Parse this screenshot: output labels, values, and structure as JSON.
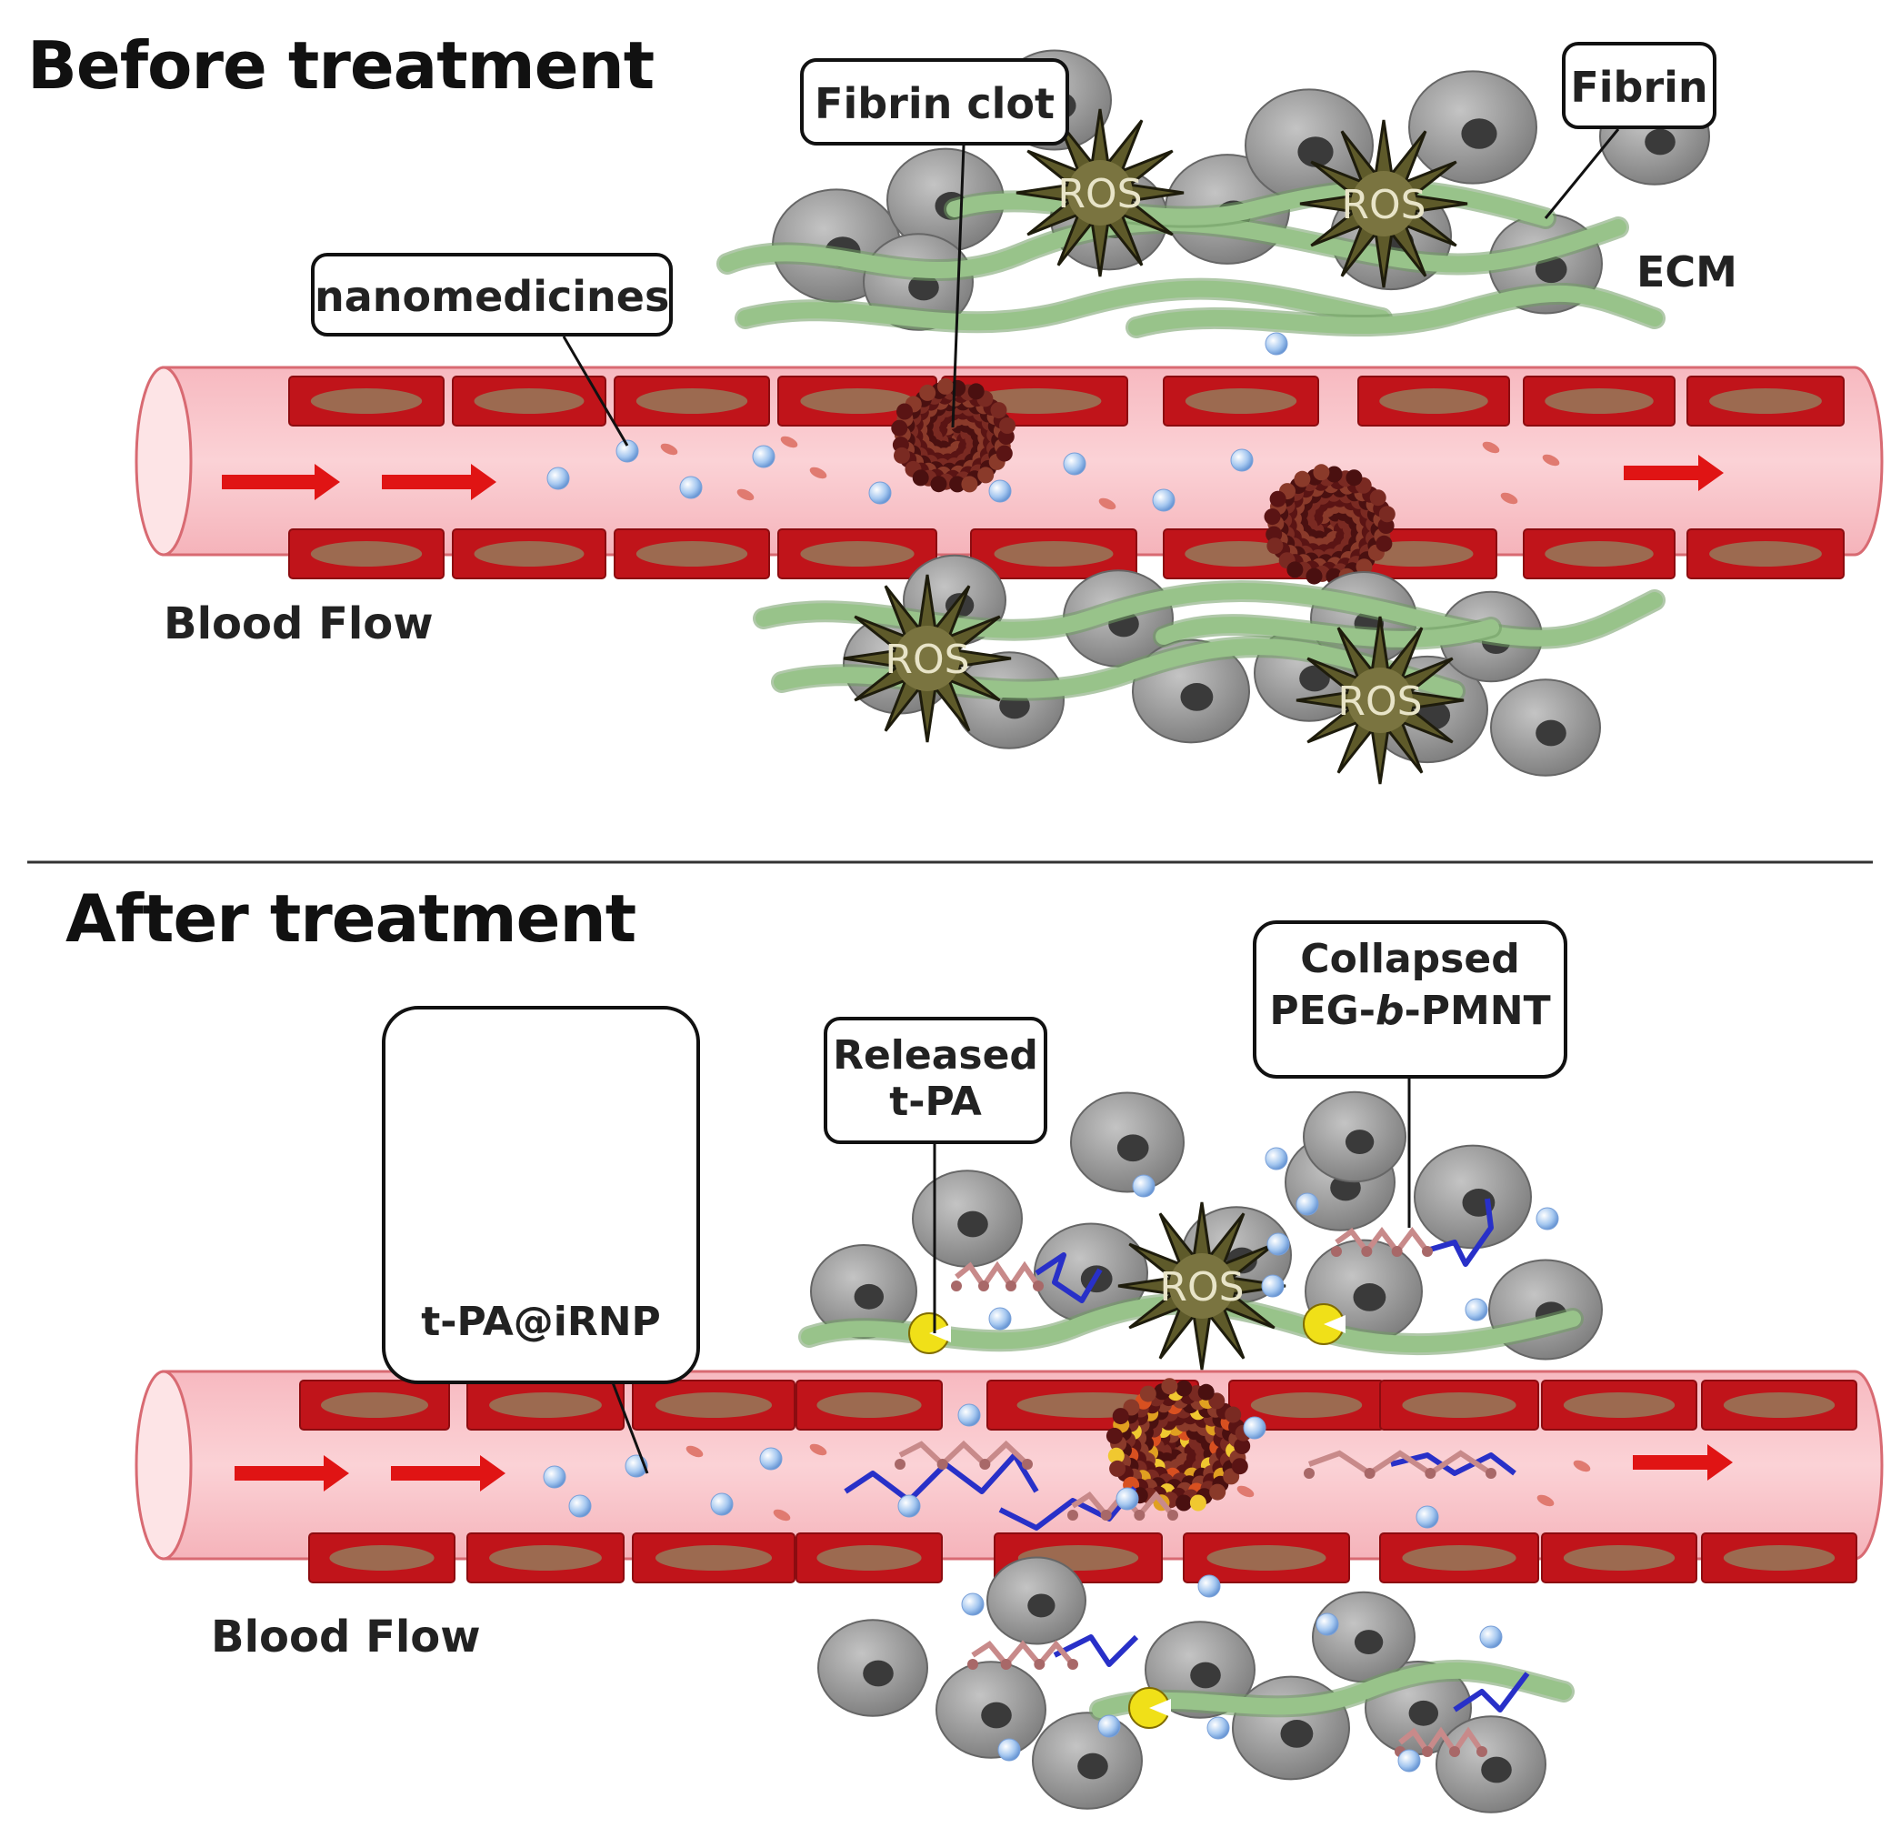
{
  "panels": {
    "before": {
      "title": "Before treatment",
      "blood_flow": "Blood Flow",
      "ecm": "ECM",
      "callouts": {
        "fibrin_clot": "Fibrin clot",
        "fibrin": "Fibrin",
        "nanomedicines": "nanomedicines"
      },
      "ros": [
        "ROS",
        "ROS",
        "ROS",
        "ROS"
      ]
    },
    "after": {
      "title": "After treatment",
      "blood_flow": "Blood Flow",
      "callouts": {
        "particle_name": "t-PA@iRNP",
        "released_line1": "Released",
        "released_line2": "t-PA",
        "collapsed_line1": "Collapsed",
        "collapsed_line2_a": "PEG-",
        "collapsed_line2_b": "b",
        "collapsed_line2_c": "-PMNT"
      },
      "ros": [
        "ROS"
      ]
    }
  },
  "colors": {
    "vessel": "#f8c0c6",
    "vessel_edge": "#d86a72",
    "endothelial": "#c0141a",
    "nucleus": "#9c6a50",
    "cell": "#909090",
    "fibrin": "#98c38a",
    "clot": "#6a1e1e",
    "arrow": "#e01414",
    "nanoparticle": "#a6c8f0",
    "polymer_blue": "#2830c8",
    "polymer_pink": "#c88a8a",
    "tpa": "#f0e018"
  }
}
